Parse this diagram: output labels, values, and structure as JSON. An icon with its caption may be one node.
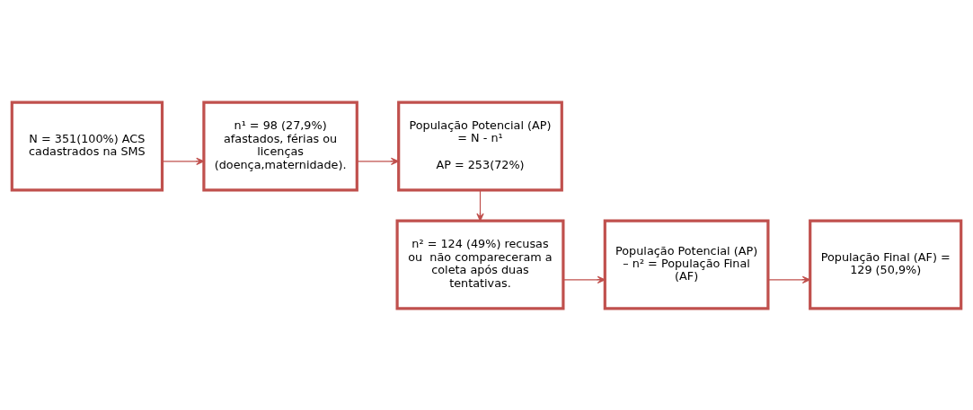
{
  "diagram": {
    "nodes": [
      {
        "text": [
          "N = 351(100%) ACS cadastrados na SMS"
        ]
      },
      {
        "text": [
          "n¹ = 98 (27,9%) afastados, férias ou licenças (doença,maternidade)."
        ]
      },
      {
        "text": [
          "População Potencial (AP) = N - n¹",
          "AP = 253(72%)"
        ]
      },
      {
        "text": [
          "n² = 124 (49%) recusas ou  não compareceram a coleta após duas tentativas."
        ]
      },
      {
        "text": [
          "População Potencial (AP) – n² = População Final (AF)"
        ]
      },
      {
        "text": [
          "População Final (AF) = 129 (50,9%)"
        ]
      }
    ],
    "edges": [
      {
        "from": 0,
        "to": 1,
        "arrow": "to"
      },
      {
        "from": 1,
        "to": 2,
        "arrow": "to"
      },
      {
        "from": 2,
        "to": 3,
        "arrow": "to"
      },
      {
        "from": 3,
        "to": 4,
        "arrow": "to"
      },
      {
        "from": 4,
        "to": 5,
        "arrow": "to"
      }
    ]
  }
}
